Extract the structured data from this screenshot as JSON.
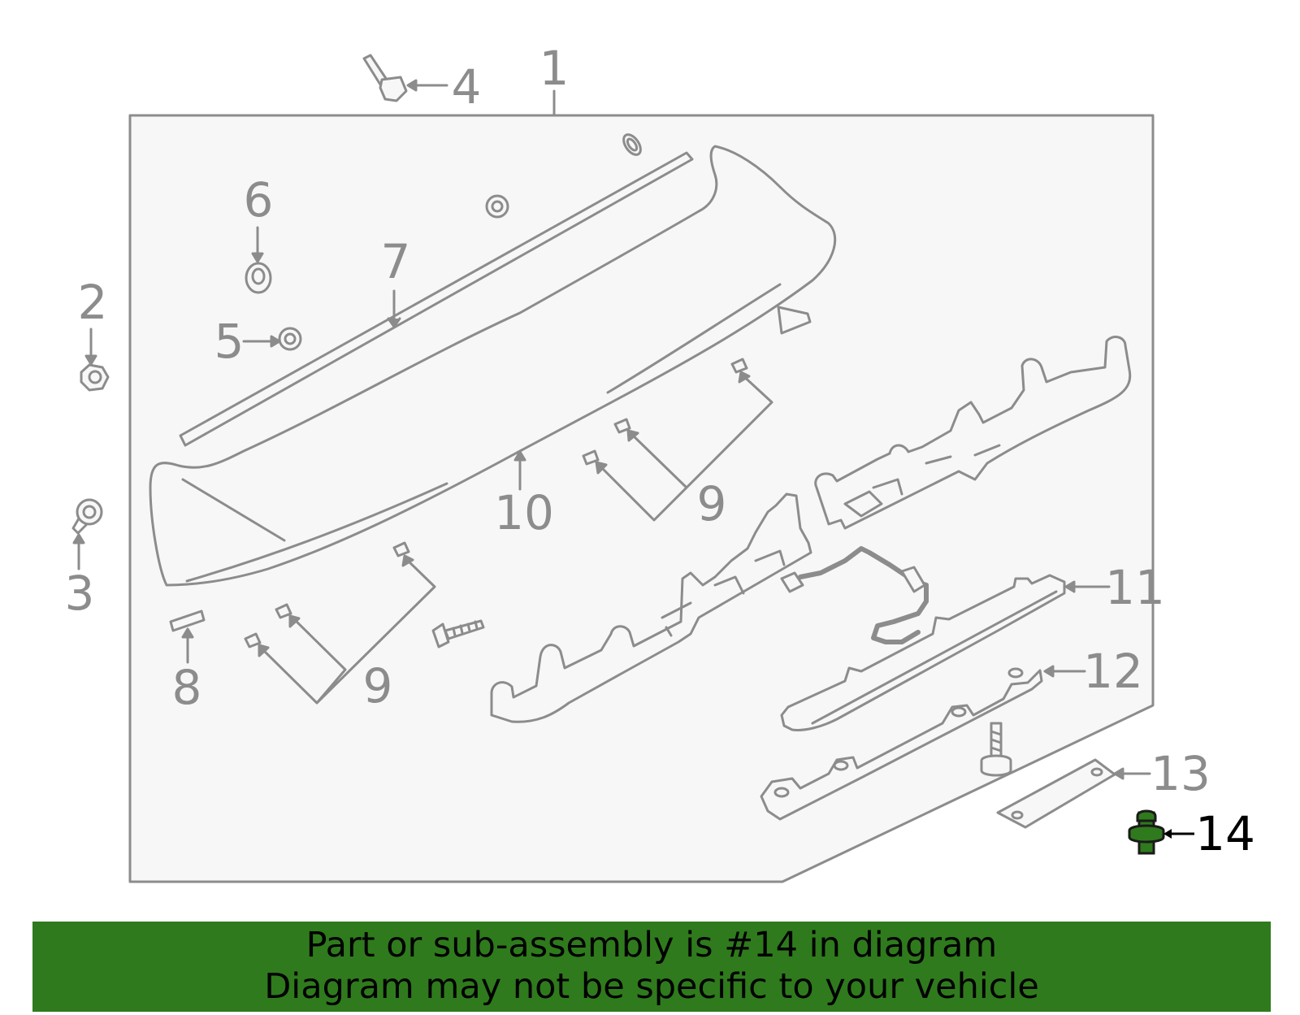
{
  "diagram": {
    "callouts": [
      {
        "id": "1",
        "label": "1"
      },
      {
        "id": "2",
        "label": "2"
      },
      {
        "id": "3",
        "label": "3"
      },
      {
        "id": "4",
        "label": "4"
      },
      {
        "id": "5",
        "label": "5"
      },
      {
        "id": "6",
        "label": "6"
      },
      {
        "id": "7",
        "label": "7"
      },
      {
        "id": "8",
        "label": "8"
      },
      {
        "id": "9a",
        "label": "9"
      },
      {
        "id": "9b",
        "label": "9"
      },
      {
        "id": "10",
        "label": "10"
      },
      {
        "id": "11",
        "label": "11"
      },
      {
        "id": "12",
        "label": "12"
      },
      {
        "id": "13",
        "label": "13"
      },
      {
        "id": "14",
        "label": "14"
      }
    ],
    "highlighted_part": "14",
    "colors": {
      "line": "#8c8c8c",
      "panel_fill": "#f7f7f7",
      "highlight": "#2f7a1d",
      "banner_bg": "#2f7a1d",
      "banner_text": "#000000"
    }
  },
  "banner": {
    "line1": "Part or sub-assembly is #14 in diagram",
    "line2": "Diagram may not be specific to your vehicle"
  }
}
